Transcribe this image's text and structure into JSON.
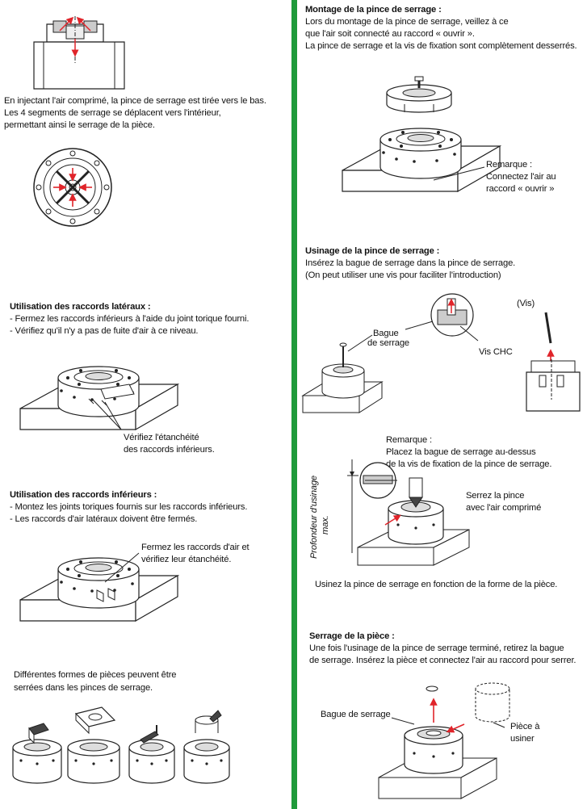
{
  "colors": {
    "divider": "#1f9a3a",
    "arrow": "#e0242a",
    "line": "#222222"
  },
  "left": {
    "intro": [
      "En injectant l'air comprimé, la pince de serrage est tirée vers le bas.",
      "Les 4 segments de serrage se déplacent vers l'intérieur,",
      "permettant ainsi le serrage de la pièce."
    ],
    "lateral": {
      "heading": "Utilisation des raccords latéraux :",
      "lines": [
        "- Fermez les raccords inférieurs à l'aide du joint torique fourni.",
        "- Vérifiez qu'il n'y a pas de fuite d'air à ce niveau."
      ],
      "callout": [
        "Vérifiez l'étanchéité",
        "des raccords inférieurs."
      ]
    },
    "lower": {
      "heading": "Utilisation des raccords inférieurs :",
      "lines": [
        "- Montez les joints toriques fournis sur les raccords inférieurs.",
        "- Les raccords d'air latéraux doivent être fermés."
      ],
      "callout": [
        "Fermez les raccords d'air et",
        "vérifiez leur étanchéité."
      ]
    },
    "shapes": [
      "Différentes formes de pièces peuvent être",
      "serrées dans les pinces de serrage."
    ]
  },
  "right": {
    "mount": {
      "heading": "Montage de la pince de serrage :",
      "lines": [
        "Lors du montage de la pince de serrage, veillez à ce",
        "que l'air soit connecté au raccord « ouvrir ».",
        "La pince de serrage et la vis de fixation sont complètement desserrés."
      ],
      "remark": [
        "Remarque :",
        "Connectez l'air au",
        "raccord « ouvrir »"
      ]
    },
    "machining": {
      "heading": "Usinage de la pince de serrage :",
      "lines": [
        "Insérez la bague de serrage dans la pince de serrage.",
        "(On peut utiliser une vis pour faciliter l'introduction)"
      ],
      "ring_label": [
        "Bague",
        "de serrage"
      ],
      "vis_label": "(Vis)",
      "vis_chc_label": "Vis CHC",
      "remark": [
        "Remarque :",
        "Placez la bague de serrage au-dessus",
        "de la vis de fixation de la pince de serrage."
      ],
      "depth_label": [
        "Profondeur d'usinage",
        "max."
      ],
      "tighten_label": [
        "Serrez la pince",
        "avec l'air comprimé"
      ],
      "footer": "Usinez la pince de serrage en fonction de la forme de la pièce."
    },
    "clamp": {
      "heading": "Serrage de la pièce :",
      "lines": [
        "Une fois l'usinage de la pince de serrage terminé, retirez la bague",
        "de serrage. Insérez la pièce et connectez l'air au raccord pour serrer."
      ],
      "ring_label": "Bague de serrage",
      "part_label": [
        "Pièce à",
        "usiner"
      ]
    }
  }
}
